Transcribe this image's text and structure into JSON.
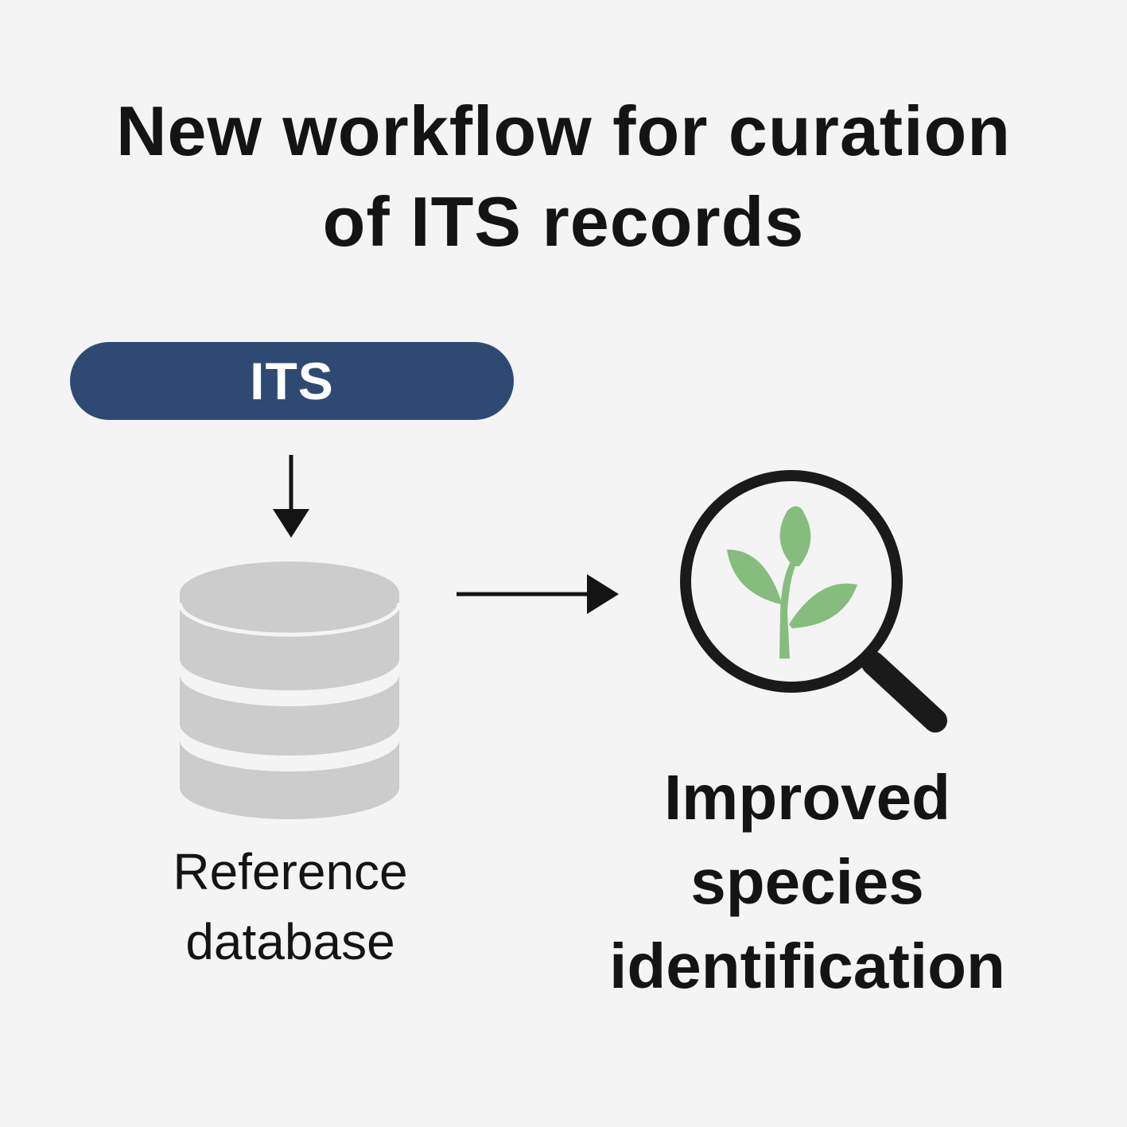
{
  "title": {
    "line1": "New workflow for curation",
    "line2": "of ITS records"
  },
  "its_box": {
    "label": "ITS",
    "color": "#2f4a72"
  },
  "database": {
    "icon": "database-icon",
    "label_line1": "Reference",
    "label_line2": "database",
    "color": "#cccccc"
  },
  "result": {
    "icon": "magnifier-plant-icon",
    "label_line1": "Improved",
    "label_line2": "species",
    "label_line3": "identification",
    "plant_color": "#86bd7e"
  }
}
